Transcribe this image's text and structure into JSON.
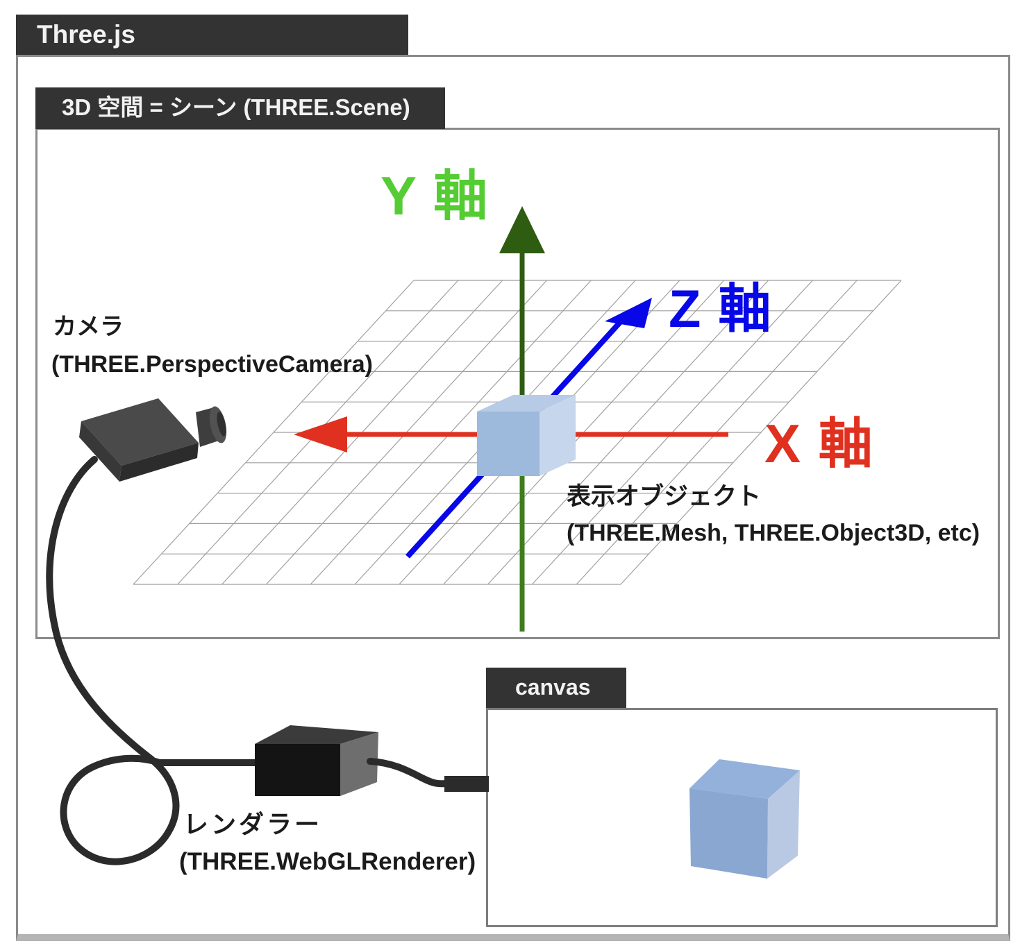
{
  "window": {
    "title": "Three.js"
  },
  "scene": {
    "title": "3D 空間 = シーン (THREE.Scene)",
    "camera": {
      "label_jp": "カメラ",
      "label_en": "(THREE.PerspectiveCamera)"
    },
    "object": {
      "label_jp": "表示オブジェクト",
      "label_en": "(THREE.Mesh, THREE.Object3D, etc)"
    },
    "axes": {
      "x": {
        "label": "X 軸",
        "color": "#e0301f"
      },
      "y": {
        "label": "Y 軸",
        "label_color": "#55cc33",
        "arrow_color": "#2e5c10",
        "lower_color": "#3e7c1e"
      },
      "z": {
        "label": "Z 軸",
        "color": "#0707e8"
      }
    }
  },
  "renderer": {
    "label_jp": "レンダラー",
    "label_en": "(THREE.WebGLRenderer)"
  },
  "canvas": {
    "title": "canvas"
  },
  "colors": {
    "tab_bg": "#333333",
    "tab_text": "#f2f2f2",
    "box_border": "#8a8a8a",
    "grid": "#9f9f9f",
    "cable": "#2b2b2b",
    "cube_front": "#9db9dc",
    "cube_top": "#b7cbe7",
    "cube_side": "#c6d6ec",
    "canvas_cube_front": "#8aa7d2",
    "canvas_cube_top": "#93b1da",
    "canvas_cube_side": "#bac9e3",
    "camera_body": "#4a4a4a",
    "renderer_front": "#141414"
  }
}
